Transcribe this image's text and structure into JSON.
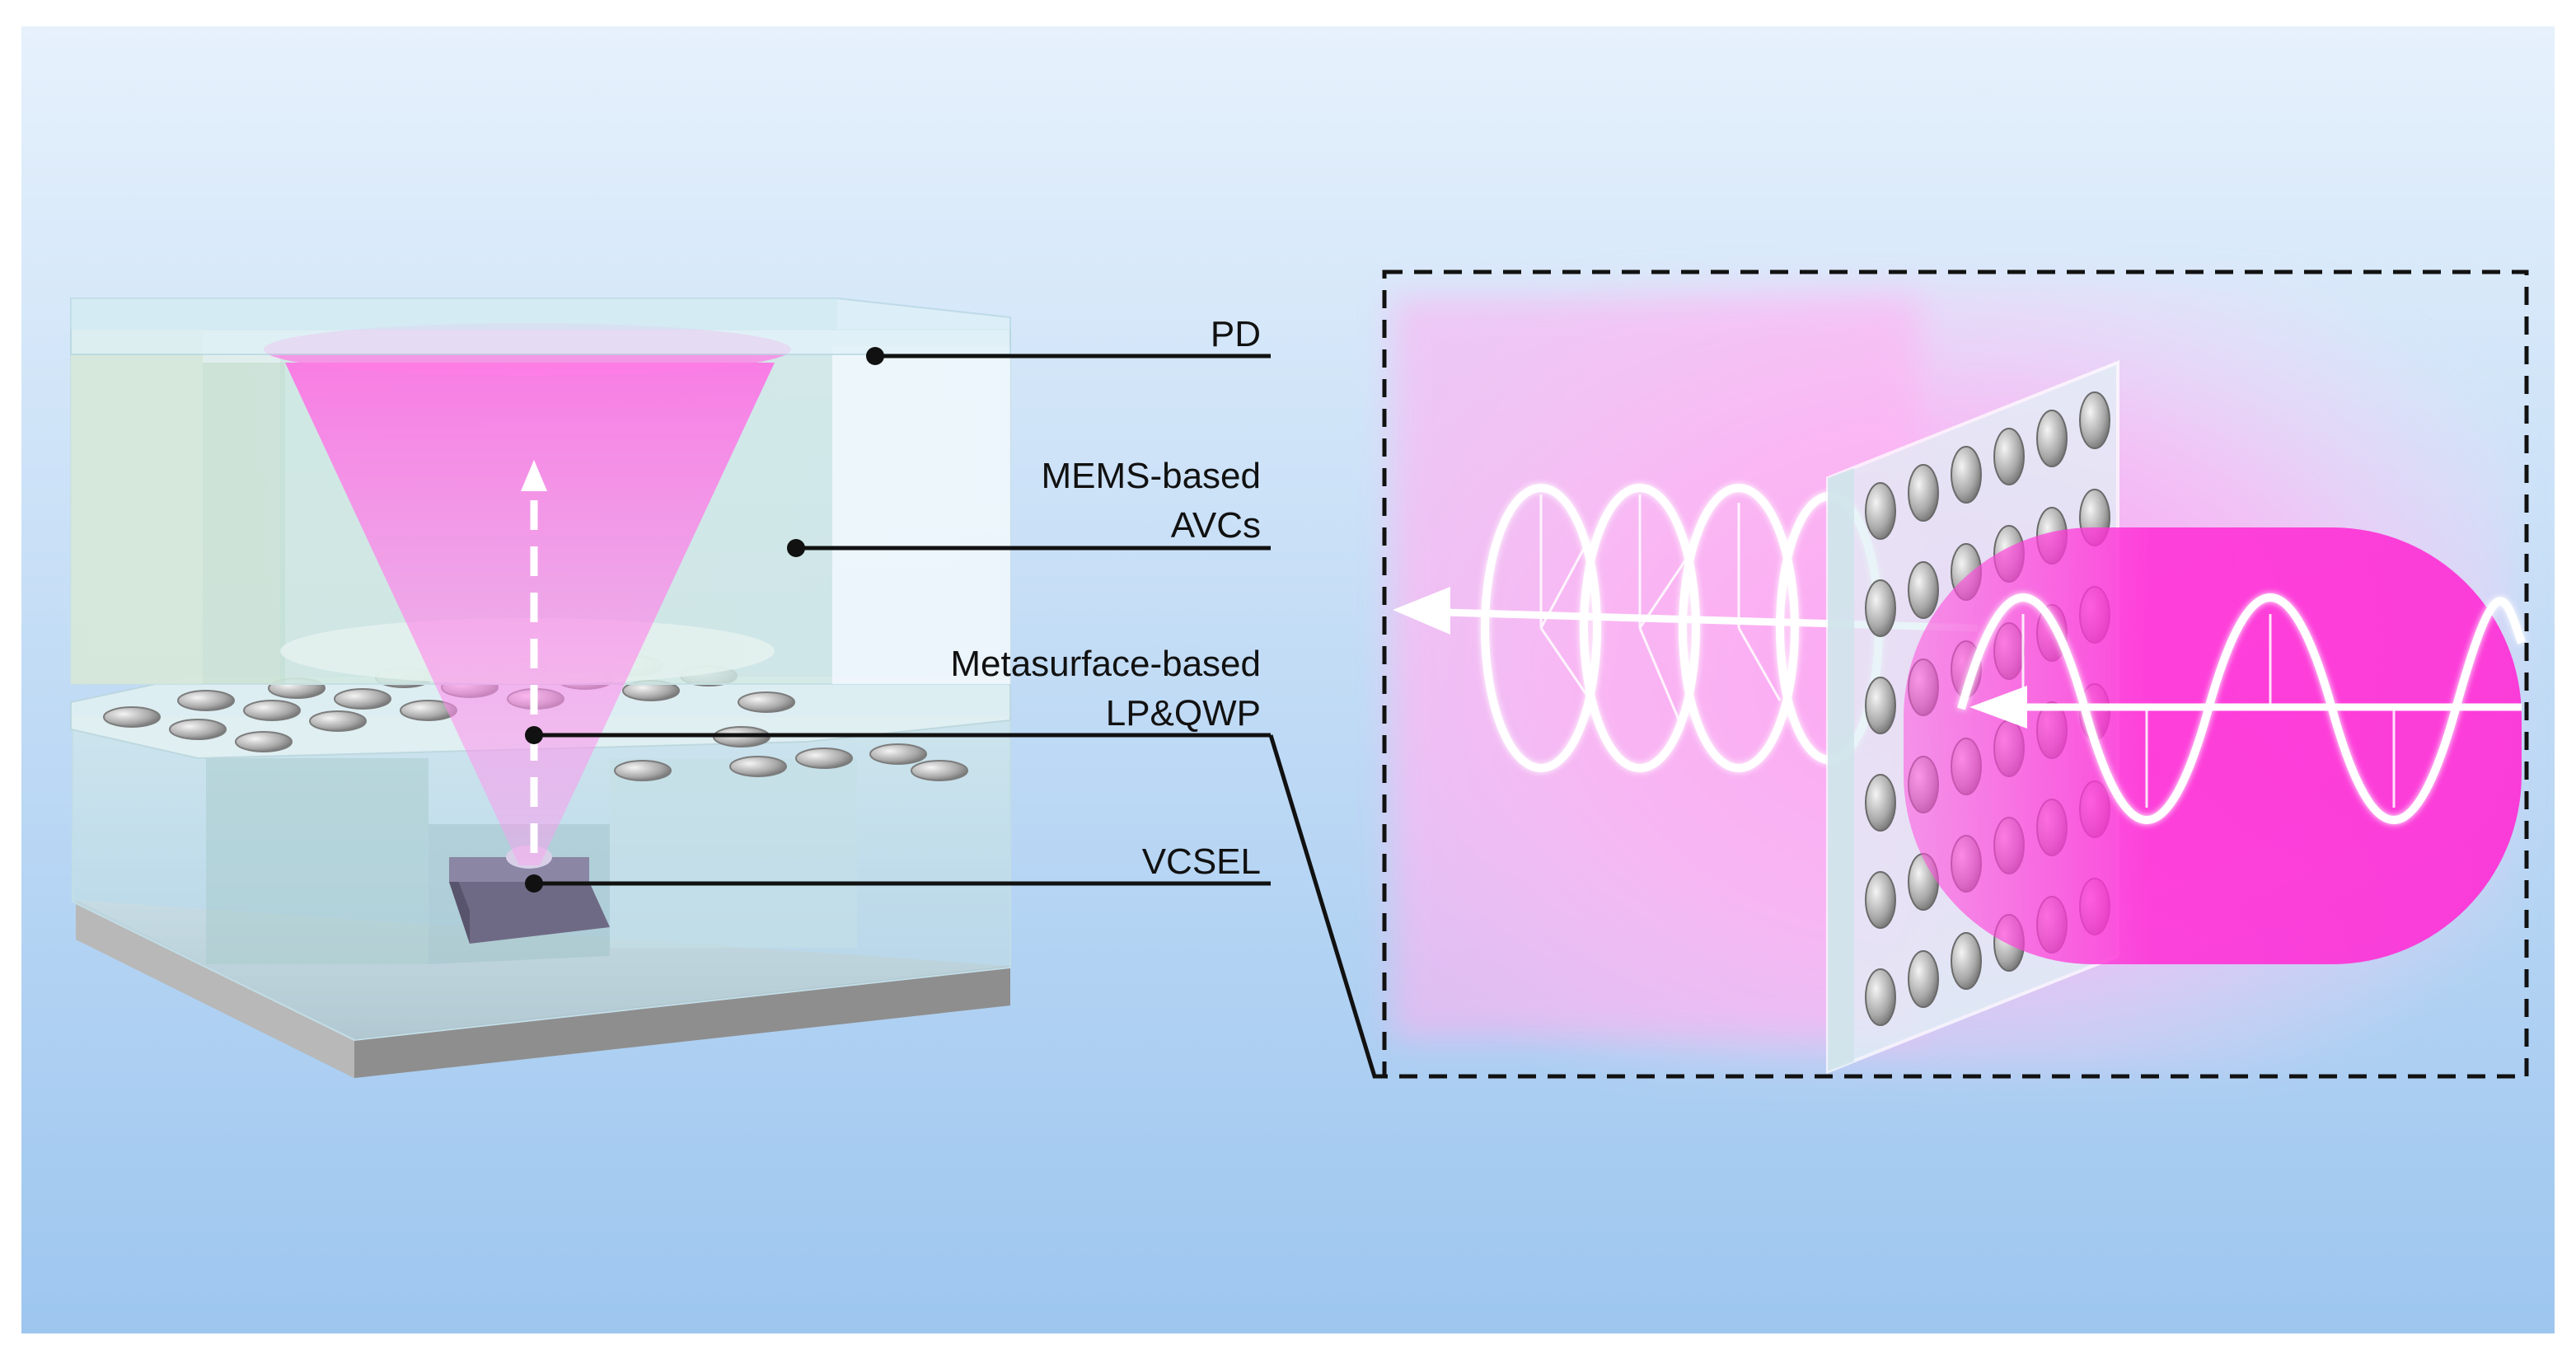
{
  "labels": {
    "pd": "PD",
    "mems_line1": "MEMS-based",
    "mems_line2": "AVCs",
    "meta_line1": "Metasurface-based",
    "meta_line2": "LP&QWP",
    "vcsel": "VCSEL"
  },
  "colors": {
    "background_top": "#e4f0fc",
    "background_bottom": "#9fc8f0",
    "beam_magenta": "#ff3fd8",
    "glow_pink": "#ffb0f4",
    "glass": "#d8eef4",
    "leader_line": "#111111"
  }
}
